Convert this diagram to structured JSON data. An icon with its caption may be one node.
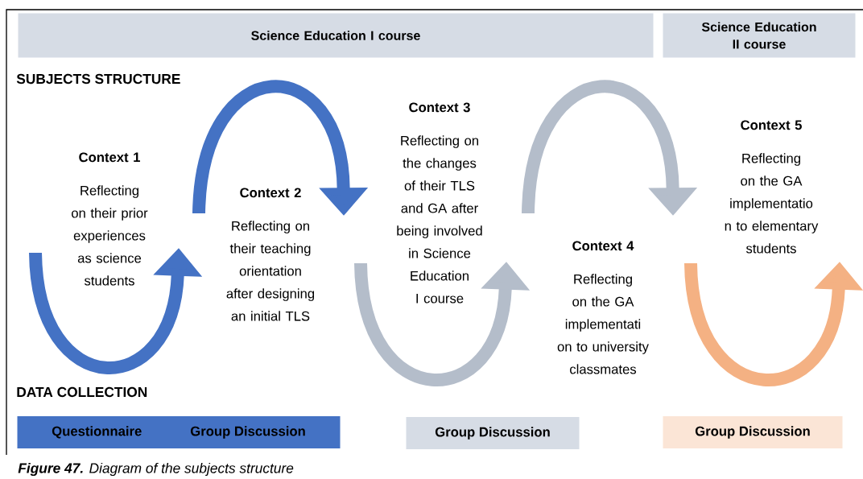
{
  "diagram": {
    "caption": "**Figure 47.** Diagram of the subjects structure",
    "nodes": [
      {
        "text": [
          "Science Education I course"
        ]
      },
      {
        "text": [
          "Science Education II course"
        ]
      },
      {
        "text": [
          "Context 1",
          "Reflecting on their prior experiences as science students"
        ]
      },
      {
        "text": [
          "Context 2",
          "Reflecting on their teaching orientation after designing an initial TLS"
        ]
      },
      {
        "text": [
          "Context 3",
          "Reflecting on the changes of their TLS and GA after being involved in Science Education I course"
        ]
      },
      {
        "text": [
          "Context 4",
          "Reflecting on the GA implementati on to university classmates"
        ]
      },
      {
        "text": [
          "Context 5",
          "Reflecting on the GA implementatio n to elementary students"
        ]
      },
      {
        "text": [
          "Questionnaire",
          "Group Discussion"
        ]
      },
      {
        "text": [
          "Group Discussion"
        ]
      },
      {
        "text": [
          "Group Discussion"
        ]
      }
    ],
    "labels": [
      "SUBJECTS STRUCTURE",
      "DATA COLLECTION"
    ]
  }
}
